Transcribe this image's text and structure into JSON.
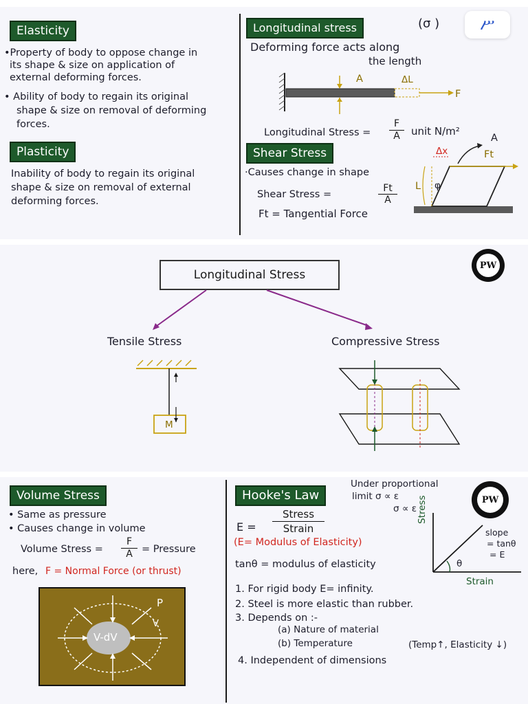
{
  "top": {
    "elasticity": {
      "title": "Elasticity",
      "points": [
        "•Property of body to oppose change in",
        "its shape & size on application of",
        "external deforming forces.",
        "• Ability of body to regain its original",
        "shape & size on removal of deforming",
        "forces."
      ]
    },
    "plasticity": {
      "title": "Plasticity",
      "lines": [
        "Inability of body to regain its original",
        "shape & size on removal of external",
        "deforming forces."
      ]
    },
    "longitudinal": {
      "title": "Longitudinal stress",
      "symbol": "(σ )",
      "desc1": "Deforming force acts along",
      "desc2": "the length",
      "label_A": "A",
      "label_dL": "ΔL",
      "label_F": "F",
      "formula_lhs": "Longitudinal Stress =",
      "formula_num": "F",
      "formula_den": "A",
      "unit": "unit N/m²"
    },
    "shear": {
      "title": "Shear Stress",
      "line1": "·Causes change in shape",
      "formula_lhs": "Shear Stress =",
      "formula_num": "Ft",
      "formula_den": "A",
      "ft_def": "Ft = Tangential Force",
      "label_A": "A",
      "label_dx": "Δx",
      "label_Ft": "Ft",
      "label_L": "L",
      "label_phi": "φ"
    },
    "badge_icon_text": "ሥ"
  },
  "middle": {
    "title": "Longitudinal Stress",
    "left_label": "Tensile Stress",
    "right_label": "Compressive Stress",
    "mass_label": "M",
    "logo": "PW"
  },
  "bottom": {
    "volume": {
      "title": "Volume Stress",
      "point1": "• Same as pressure",
      "point2": "• Causes change in volume",
      "formula_lhs": "Volume Stress =",
      "formula_num": "F",
      "formula_den": "A",
      "formula_rhs": "= Pressure",
      "here": "here,",
      "here_red": "F = Normal Force (or thrust)",
      "img_label_V": "V-dV",
      "img_label_P": "P",
      "img_label_v": "V"
    },
    "hooke": {
      "title": "Hooke's Law",
      "note1": "Under proportional",
      "note2": "limit  σ ∝ ε",
      "note3": "σ ∝ ε",
      "E_lhs": "E =",
      "E_num": "Stress",
      "E_den": "Strain",
      "E_red": "(E= Modulus of Elasticity)",
      "tan": "tanθ = modulus of elasticity",
      "item1": "1. For rigid body E= infinity.",
      "item2": "2. Steel is more elastic than rubber.",
      "item3": "3. Depends on :-",
      "item3a": "(a) Nature of material",
      "item3b": "(b) Temperature",
      "item3c": "(Temp↑, Elasticity ↓)",
      "item4": "4. Independent of dimensions",
      "graph_y": "Stress",
      "graph_x": "Strain",
      "graph_theta": "θ",
      "slope1": "slope",
      "slope2": "= tanθ",
      "slope3": "= E",
      "logo": "PW"
    }
  }
}
